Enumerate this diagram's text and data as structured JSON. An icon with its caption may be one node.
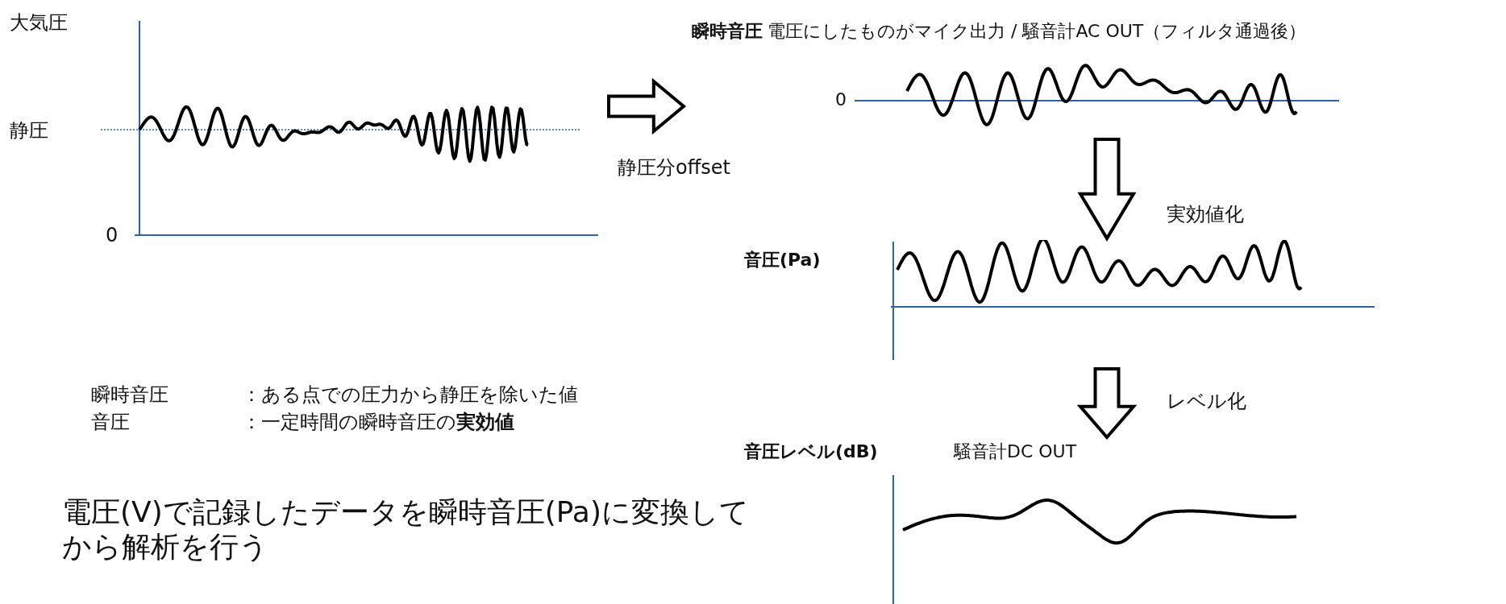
{
  "diagram": {
    "nodes": [
      {
        "text": [
          "大気圧",
          "静圧",
          "0"
        ]
      },
      {
        "text": [
          "瞬時音圧",
          "電圧にしたものがマイク出力 / 騒音計AC OUT（フィルタ通過後）",
          "0"
        ]
      },
      {
        "text": [
          "音圧(Pa)"
        ]
      },
      {
        "text": [
          "音圧レベル(dB)",
          "騒音計DC OUT"
        ]
      }
    ],
    "edges": [
      {
        "from": 0,
        "to": 1,
        "arrow": "to",
        "label": "静圧分offset"
      },
      {
        "from": 1,
        "to": 2,
        "arrow": "to",
        "label": "実効値化"
      },
      {
        "from": 2,
        "to": 3,
        "arrow": "to",
        "label": "レベル化"
      }
    ],
    "labels": [
      "瞬時音圧",
      "：ある点での圧力から静圧を除いた値",
      "音圧",
      "：一定時間の瞬時音圧の**実効値**",
      "電圧(V)で記録したデータを瞬時音圧(Pa)に変換してから解析を行う"
    ]
  }
}
